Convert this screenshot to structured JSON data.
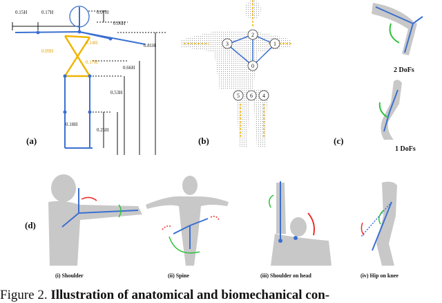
{
  "panel_labels": {
    "a": "(a)",
    "b": "(b)",
    "c": "(c)",
    "d": "(d)"
  },
  "panel_a": {
    "dims": [
      "0.15H",
      "0.17H",
      "0.07H",
      "0.06H",
      "0.81H",
      "0.66H",
      "0.53H",
      "0.25H",
      "0.18H",
      "0.09H",
      "0.14H",
      "0.17H"
    ]
  },
  "panel_b": {
    "joints": [
      "0",
      "1",
      "2",
      "3",
      "4",
      "5",
      "6"
    ]
  },
  "panel_c": {
    "dof_top": "2 DoFs",
    "dof_bottom": "1 DoFs"
  },
  "panel_d": {
    "subcaptions": [
      "(i) Shoulder",
      "(ii) Spine",
      "(iii) Shoulder on head",
      "(iv) Hip on knee"
    ]
  },
  "caption": {
    "prefix": "Figure 2.",
    "bold_text": "Illustration of anatomical and biomechanical con-"
  },
  "colors": {
    "blue": "#3a6fd0",
    "yellow": "#f0b400",
    "green": "#2ec13a",
    "red": "#e8302a",
    "figure": "#c8c8c8"
  }
}
